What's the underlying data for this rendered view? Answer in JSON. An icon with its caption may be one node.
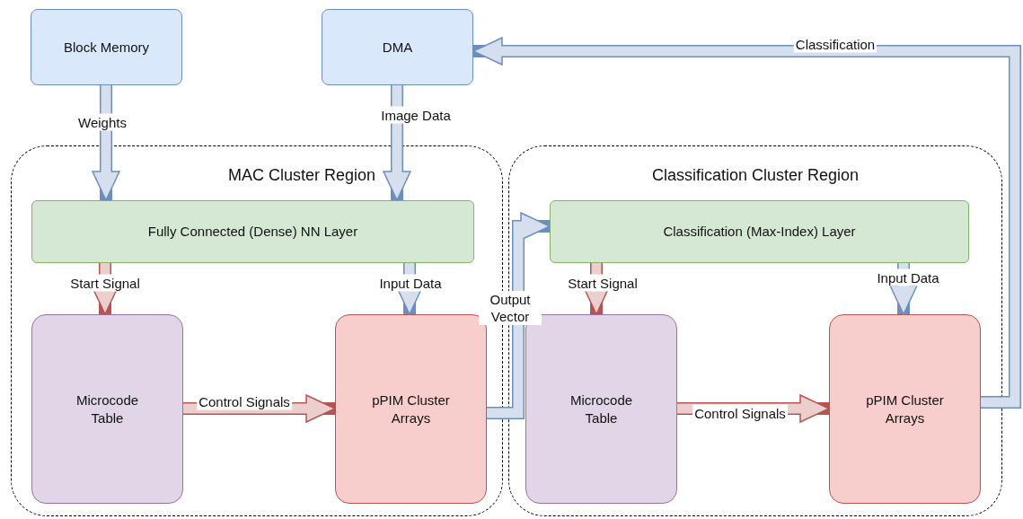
{
  "diagram": {
    "nodes": [
      {
        "text": [
          "Block Memory"
        ]
      },
      {
        "text": [
          "DMA"
        ]
      },
      {
        "text": [
          "MAC Cluster Region"
        ]
      },
      {
        "text": [
          "Fully Connected (Dense) NN Layer"
        ],
        "in": 2
      },
      {
        "text": [
          "Microcode Table"
        ],
        "in": 2
      },
      {
        "text": [
          "pPIM Cluster Arrays"
        ],
        "in": 2
      },
      {
        "text": [
          "Classification Cluster Region"
        ]
      },
      {
        "text": [
          "Classification (Max-Index) Layer"
        ],
        "in": 6
      },
      {
        "text": [
          "Microcode Table"
        ],
        "in": 6
      },
      {
        "text": [
          "pPIM Cluster Arrays"
        ],
        "in": 6
      }
    ],
    "edges": [
      {
        "from": 0,
        "to": 3,
        "arrow": "to",
        "label": "Weights"
      },
      {
        "from": 1,
        "to": 3,
        "arrow": "to",
        "label": "Image Data"
      },
      {
        "from": 3,
        "to": 4,
        "arrow": "to",
        "label": "Start Signal",
        "color": "#b85450"
      },
      {
        "from": 3,
        "to": 5,
        "arrow": "to",
        "label": "Input Data"
      },
      {
        "from": 4,
        "to": 5,
        "arrow": "to",
        "label": "Control Signals",
        "color": "#b85450"
      },
      {
        "from": 5,
        "to": 7,
        "arrow": "to",
        "label": "Output Vector"
      },
      {
        "from": 7,
        "to": 8,
        "arrow": "to",
        "label": "Start Signal",
        "color": "#b85450"
      },
      {
        "from": 7,
        "to": 9,
        "arrow": "to",
        "label": "Input Data"
      },
      {
        "from": 8,
        "to": 9,
        "arrow": "to",
        "label": "Control Signals",
        "color": "#b85450"
      },
      {
        "from": 9,
        "to": 1,
        "arrow": "to",
        "label": "Classification"
      }
    ]
  }
}
